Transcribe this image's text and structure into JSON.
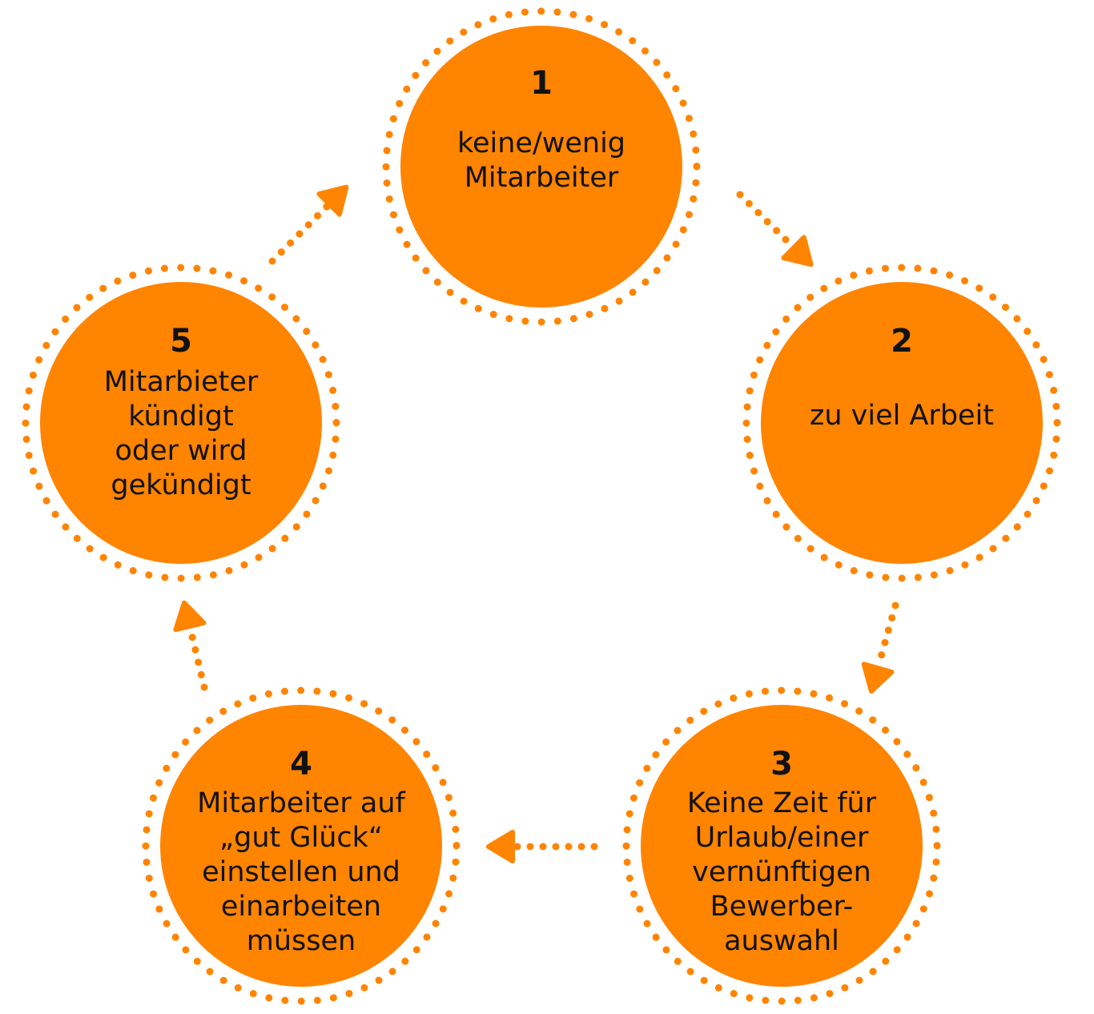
{
  "colors": {
    "fill": "#FF8400",
    "dots": "#FF8400",
    "text": "#111111"
  },
  "nodes": [
    {
      "number": "1",
      "label": "keine/wenig\nMitarbeiter"
    },
    {
      "number": "2",
      "label": "zu viel Arbeit"
    },
    {
      "number": "3",
      "label": "Keine Zeit für\nUrlaub/einer\nvernünftigen\nBewerber-\nauswahl"
    },
    {
      "number": "4",
      "label": "Mitarbeiter auf\n„gut Glück“\neinstellen und\neinarbeiten\nmüssen"
    },
    {
      "number": "5",
      "label": "Mitarbieter\nkündigt\noder wird\ngekündigt"
    }
  ],
  "arrows": [
    {
      "from": "1",
      "to": "2"
    },
    {
      "from": "2",
      "to": "3"
    },
    {
      "from": "3",
      "to": "4"
    },
    {
      "from": "4",
      "to": "5"
    },
    {
      "from": "5",
      "to": "1"
    }
  ]
}
